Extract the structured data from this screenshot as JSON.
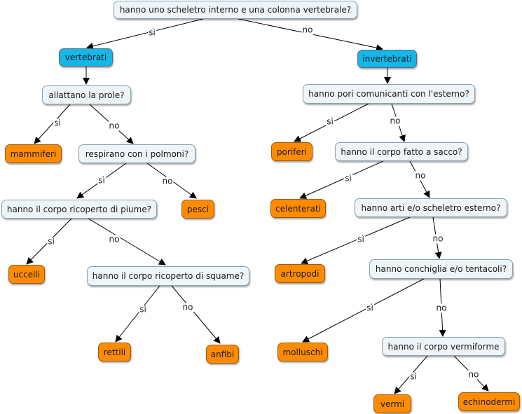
{
  "nodes": {
    "root": "hanno uno scheletro interno e una colonna vertebrale?",
    "vertebrati": "vertebrati",
    "invertebrati": "invertebrati",
    "allattano": "allattano la prole?",
    "mammiferi": "mammiferi",
    "respirano": "respirano con i polmoni?",
    "piume": "hanno il corpo ricoperto di piume?",
    "pesci": "pesci",
    "uccelli": "uccelli",
    "squame": "hanno il corpo ricoperto di squame?",
    "rettili": "rettili",
    "anfibi": "anfibi",
    "pori": "hanno pori comunicanti con l'esterno?",
    "poriferi": "poriferi",
    "sacco": "hanno il corpo fatto a sacco?",
    "celenterati": "celenterati",
    "arti": "hanno arti e/o scheletro esterno?",
    "artropodi": "artropodi",
    "conchiglia": "hanno conchiglia e/o tentacoli?",
    "molluschi": "molluschi",
    "vermiforme": "hanno il corpo vermiforme",
    "vermi": "vermi",
    "echinodermi": "echinodermi"
  },
  "edge_labels": {
    "root_vertebrati": "sì",
    "root_invertebrati": "no",
    "allattano_mammiferi": "sì",
    "allattano_respirano": "no",
    "respirano_piume": "sì",
    "respirano_pesci": "no",
    "piume_uccelli": "sì",
    "piume_squame": "no",
    "squame_rettili": "sì",
    "squame_anfibi": "no",
    "pori_poriferi": "sì",
    "pori_sacco": "no",
    "sacco_celenterati": "sì",
    "sacco_arti": "no",
    "arti_artropodi": "sì",
    "arti_conchiglia": "no",
    "conchiglia_molluschi": "sì",
    "conchiglia_vermiforme": "no",
    "vermiforme_vermi": "sì",
    "vermiforme_echinodermi": "no"
  },
  "colors": {
    "question_fill": "#eef4f7",
    "category_fill": "#14b7e8",
    "leaf_fill": "#ff8c00",
    "line": "#000000"
  }
}
